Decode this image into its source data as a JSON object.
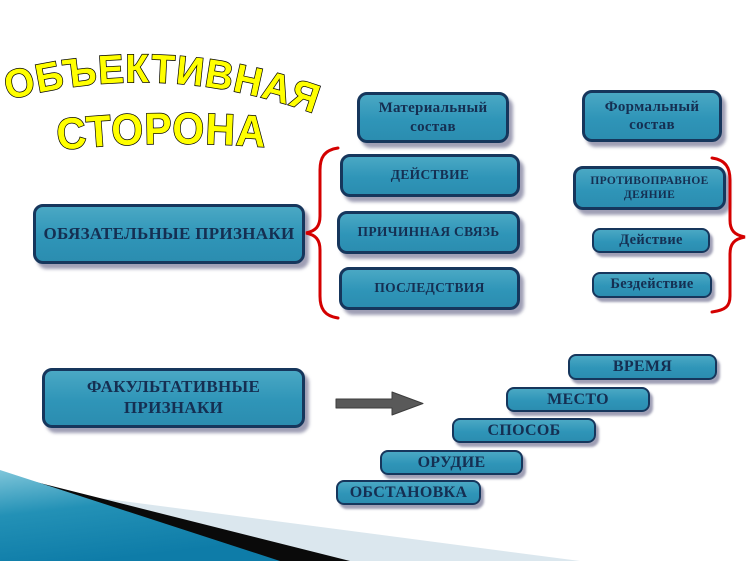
{
  "title": {
    "line1": "ОБЪЕКТИВНАЯ",
    "line2": "СТОРОНА"
  },
  "headers": {
    "material": "Материальный состав",
    "formal": "Формальный состав"
  },
  "mandatory": {
    "label": "ОБЯЗАТЕЛЬНЫЕ ПРИЗНАКИ"
  },
  "optional": {
    "label": "ФАКУЛЬТАТИВНЫЕ ПРИЗНАКИ"
  },
  "material_items": [
    "ДЕЙСТВИЕ",
    "ПРИЧИННАЯ СВЯЗЬ",
    "ПОСЛЕДСТВИЯ"
  ],
  "formal_items": {
    "deed": "ПРОТИВОПРАВНОЕ ДЕЯНИЕ",
    "action": "Действие",
    "inaction": "Бездействие"
  },
  "optional_items": [
    "ВРЕМЯ",
    "МЕСТО",
    "СПОСОБ",
    "ОРУДИЕ",
    "ОБСТАНОВКА"
  ],
  "icons": {
    "arrow": "right-arrow",
    "brace_left": "curly-brace-left",
    "brace_right": "curly-brace-right"
  },
  "colors": {
    "box_fill": "#2f95b8",
    "box_border": "#16365c",
    "box_text": "#152f52",
    "title_fill": "#ffff00",
    "title_outline": "#000000",
    "brace_red": "#d40000",
    "arrow_gray": "#595959",
    "corner_teal": "#1a85ab",
    "corner_pale": "#dbe7ee",
    "corner_black": "#0a0a0a"
  }
}
